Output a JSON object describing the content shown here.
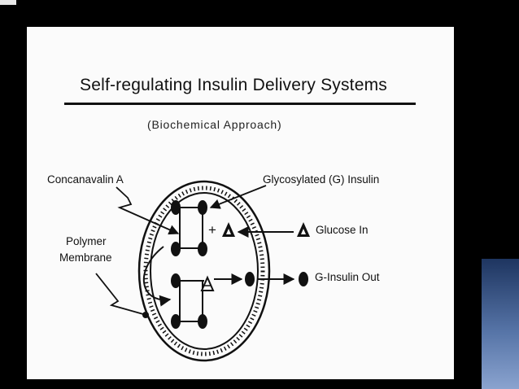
{
  "title": "Self-regulating Insulin Delivery Systems",
  "subtitle": "(Biochemical Approach)",
  "labels": {
    "concanavalin": "Concanavalin A",
    "polymer_line1": "Polymer",
    "polymer_line2": "Membrane",
    "glycosylated": "Glycosylated (G) Insulin",
    "glucose_in": "Glucose In",
    "g_insulin_out": "G-Insulin Out",
    "plus": "+"
  },
  "colors": {
    "background": "#000000",
    "slide": "#fbfbfb",
    "ink": "#111111",
    "accent_block": "#5573a6"
  }
}
